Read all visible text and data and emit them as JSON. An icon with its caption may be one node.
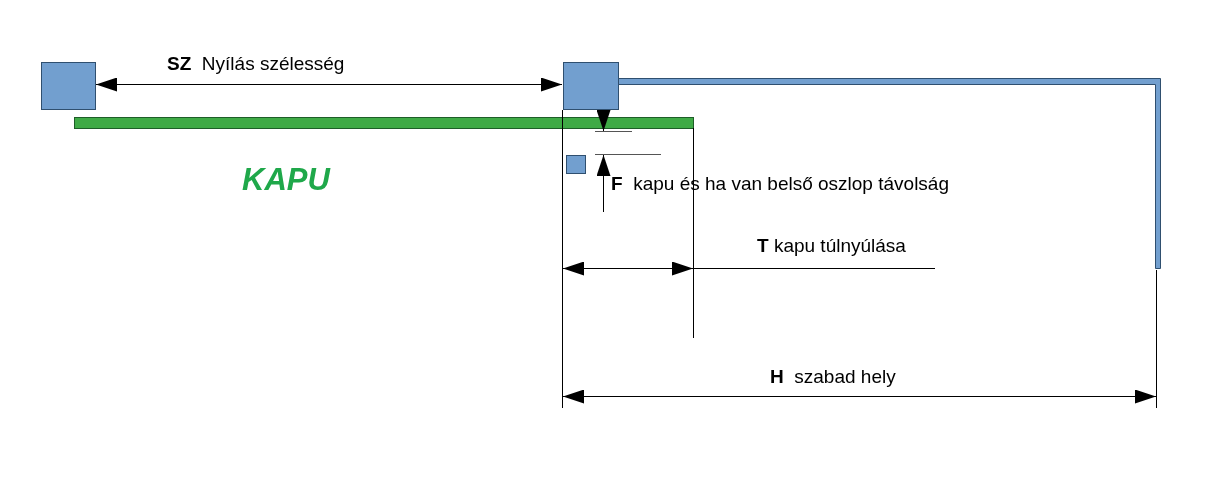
{
  "diagram": {
    "labels": [
      "**SZ**  Nyílás szélesség",
      "KAPU",
      "**F**  kapu és ha van belső oszlop távolság",
      "**T** kapu túlnyúlása",
      "**H**  szabad hely"
    ]
  }
}
